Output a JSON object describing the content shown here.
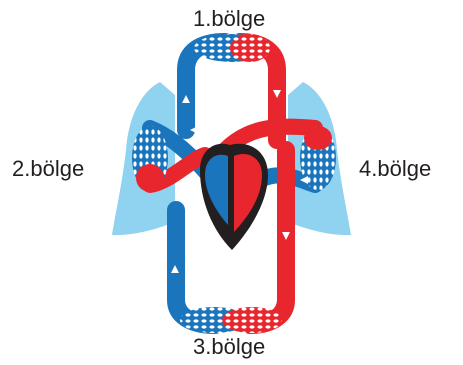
{
  "labels": {
    "region_1": "1.bölge",
    "region_2": "2.bölge",
    "region_3": "3.bölge",
    "region_4": "4.bölge"
  },
  "colors": {
    "arterial_red": "#e8262d",
    "venous_blue": "#1b75bc",
    "lung_light_blue": "#8fd3f0",
    "heart_dark": "#231f20",
    "arrow_white": "#ffffff",
    "text": "#231f20"
  }
}
